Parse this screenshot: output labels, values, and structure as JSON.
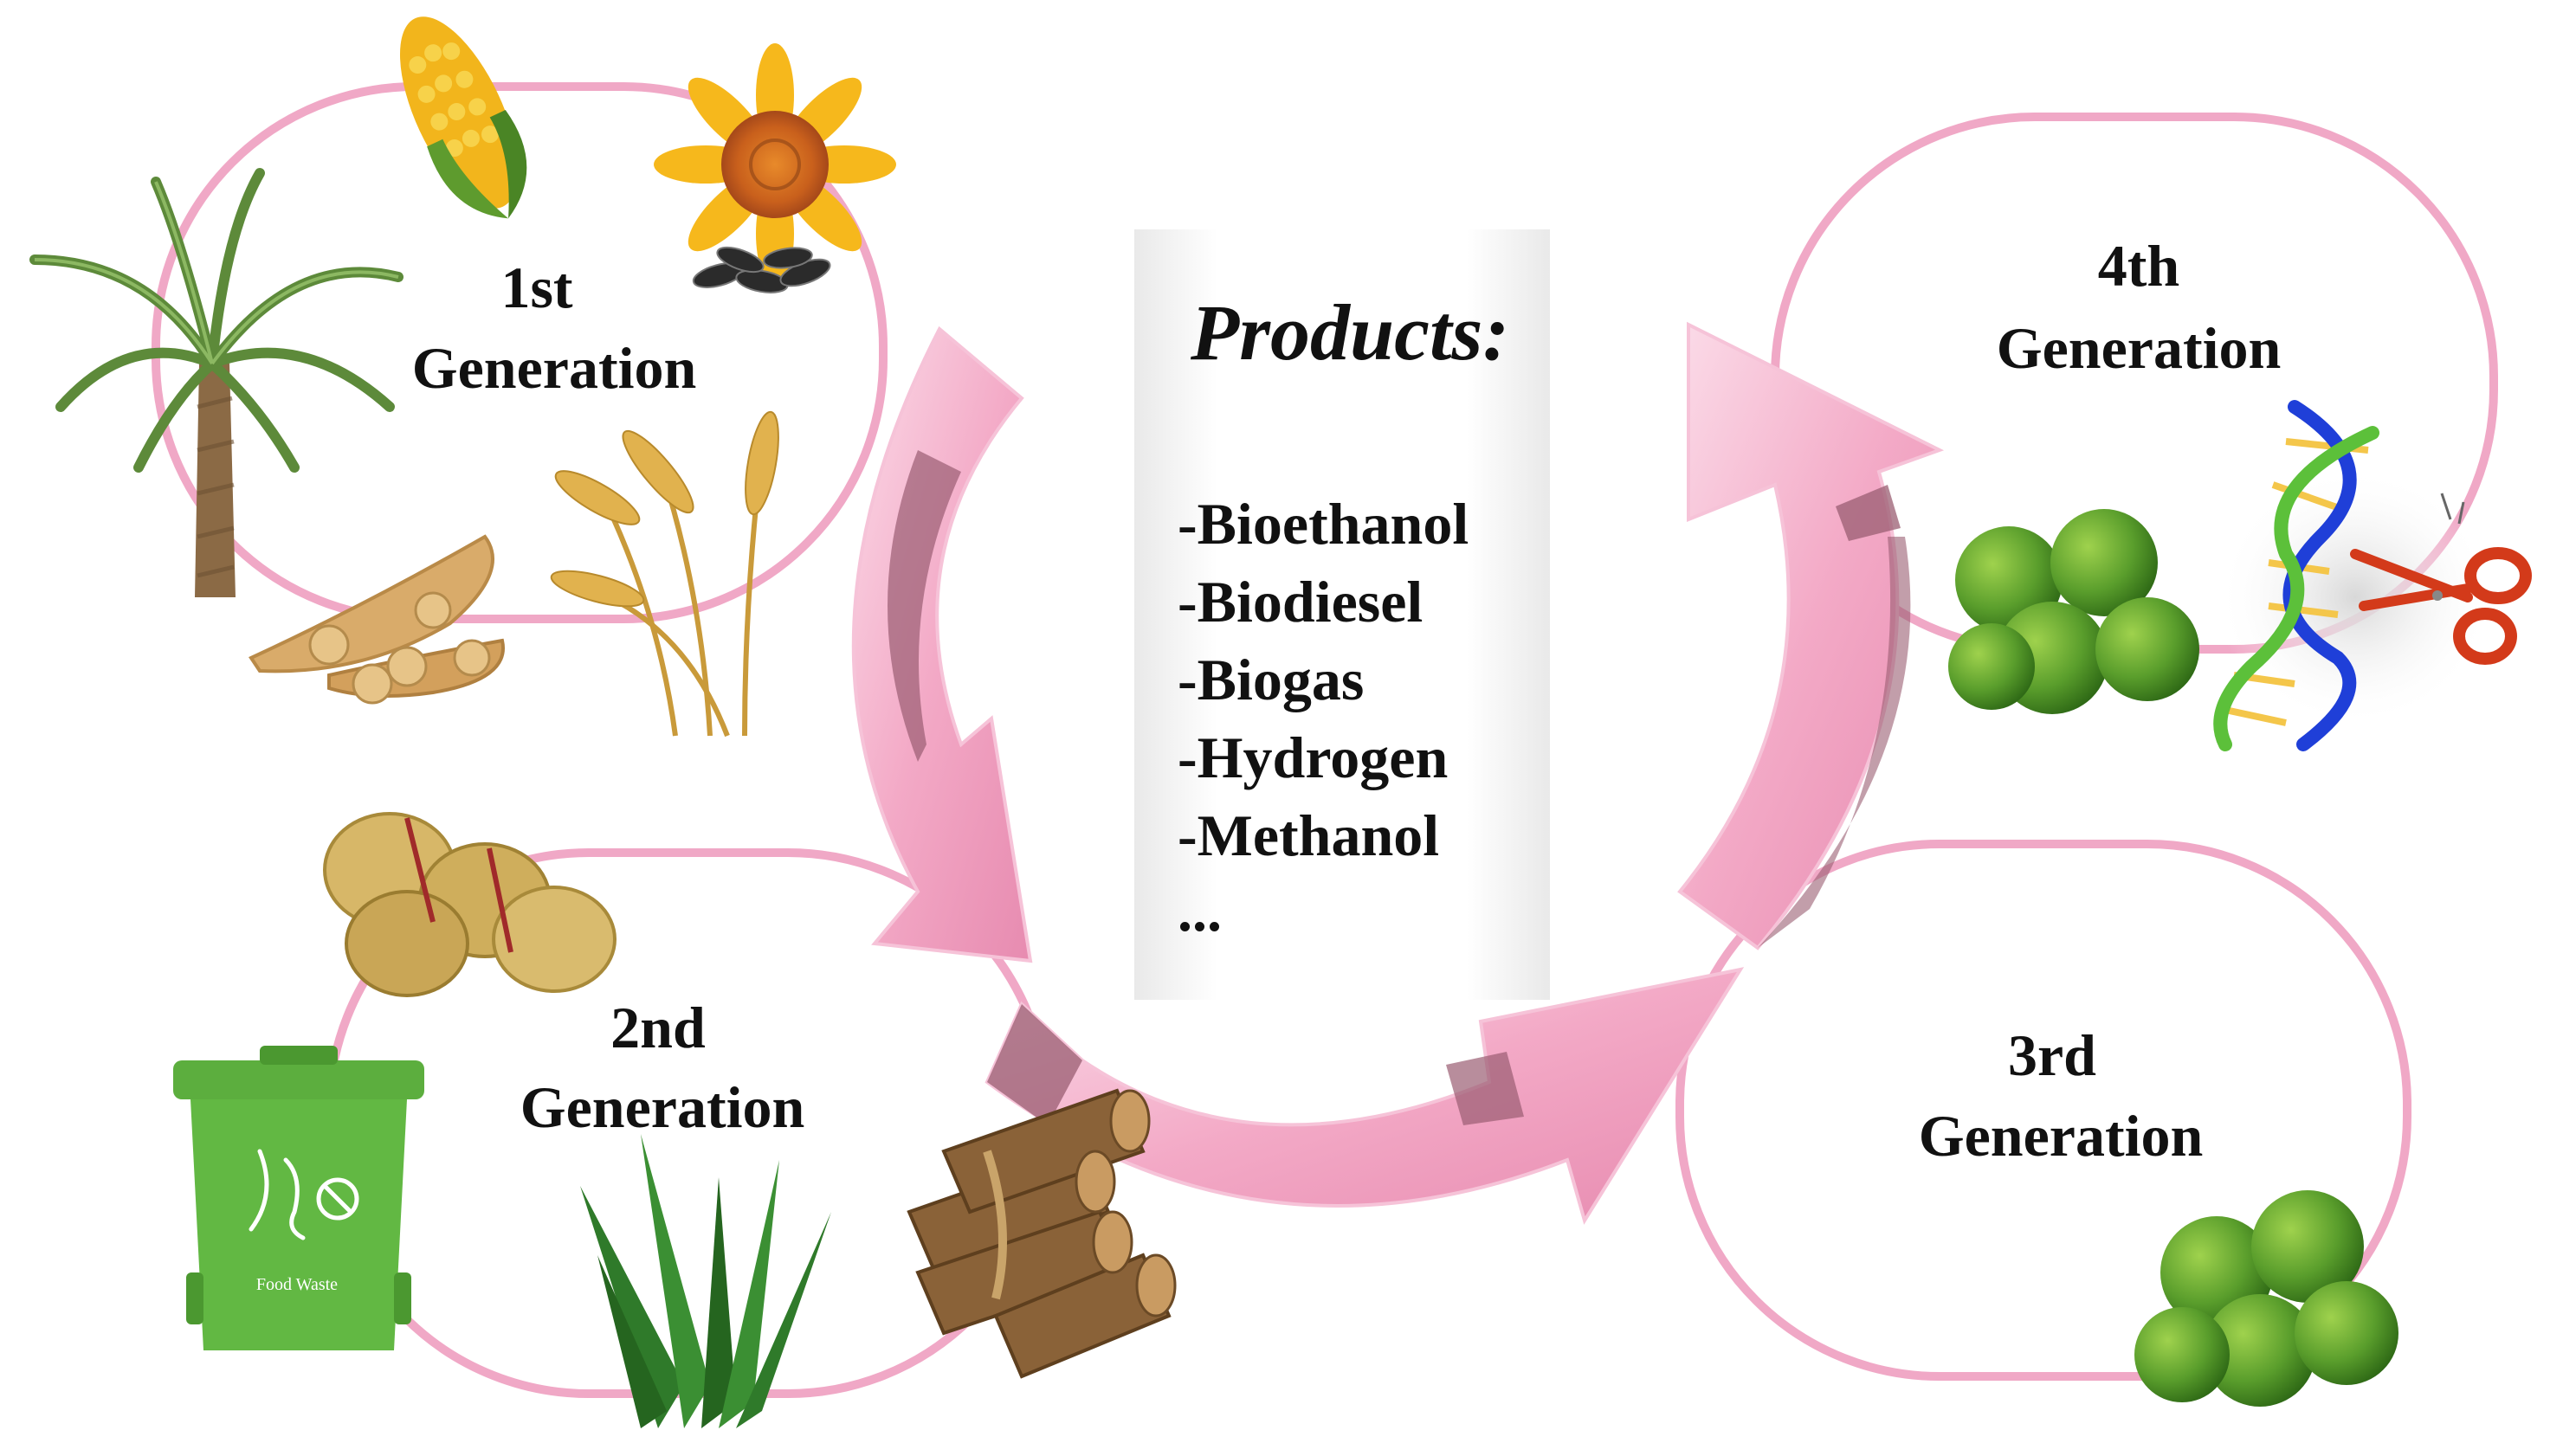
{
  "generations": [
    {
      "id": "first",
      "line1": "1st",
      "line2": "Generation"
    },
    {
      "id": "second",
      "line1": "2nd",
      "line2": "Generation"
    },
    {
      "id": "third",
      "line1": "3rd",
      "line2": "Generation"
    },
    {
      "id": "fourth",
      "line1": "4th",
      "line2": "Generation"
    }
  ],
  "products": {
    "title": "Products:",
    "items": [
      "-Bioethanol",
      "-Biodiesel",
      "-Biogas",
      "-Hydrogen",
      "-Methanol",
      "..."
    ]
  },
  "bin_label": "Food Waste",
  "icons": {
    "first": [
      "palm-tree-icon",
      "corn-icon",
      "sunflower-icon",
      "soybean-icon",
      "wheat-icon"
    ],
    "second": [
      "hay-bales-icon",
      "food-waste-bin-icon",
      "grass-icon",
      "wood-logs-icon"
    ],
    "third": [
      "algae-balls-icon"
    ],
    "fourth": [
      "algae-balls-icon",
      "dna-icon",
      "scissors-icon"
    ]
  },
  "colors": {
    "loop": "#f0a8c6",
    "arrow": "#f3a9c6",
    "arrow_dark": "#9a5d72",
    "algae": "#5a9e2c",
    "bin": "#5cae3e"
  }
}
